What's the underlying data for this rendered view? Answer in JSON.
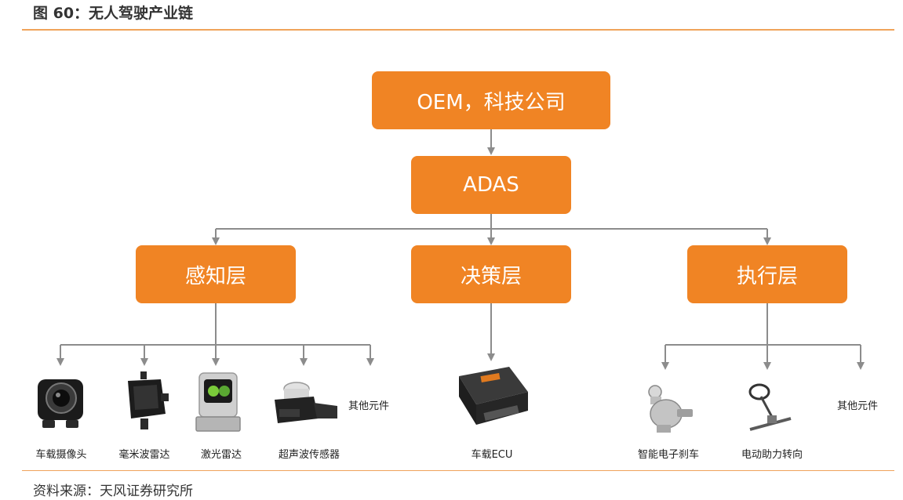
{
  "figure": {
    "title": "图 60：无人驾驶产业链",
    "source": "资料来源：天风证券研究所"
  },
  "colors": {
    "box": "#f08424",
    "rule": "#f0a35a",
    "connector": "#8c8c8c",
    "text": "#333333"
  },
  "nodes": {
    "oem": "OEM，科技公司",
    "adas": "ADAS",
    "perception": "感知层",
    "decision": "决策层",
    "execution": "执行层"
  },
  "perception_items": [
    "车载摄像头",
    "毫米波雷达",
    "激光雷达",
    "超声波传感器",
    "其他元件"
  ],
  "decision_items": [
    "车载ECU"
  ],
  "execution_items": [
    "智能电子刹车",
    "电动助力转向",
    "其他元件"
  ]
}
